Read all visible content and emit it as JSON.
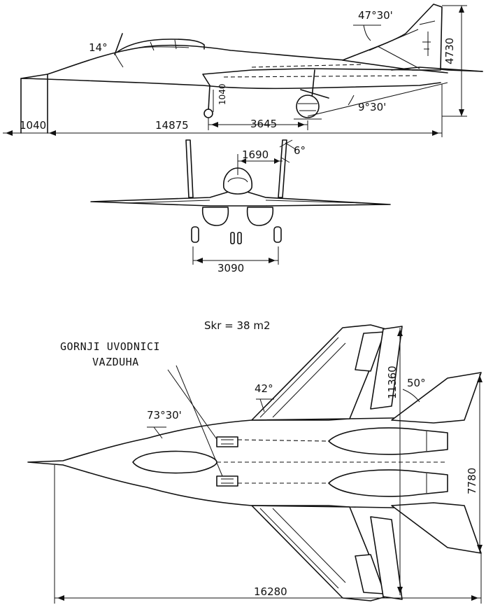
{
  "side_view": {
    "canopy_angle": "14°",
    "fin_sweep": "47°30'",
    "height": "4730",
    "gear_height": "1040",
    "tail_clearance_angle": "9°30'",
    "nose_overhang": "1040",
    "fuselage_length": "14875",
    "wheelbase": "3645"
  },
  "front_view": {
    "fin_spacing": "1690",
    "fin_cant": "6°",
    "track": "3090"
  },
  "plan_view": {
    "wing_area": "Skr = 38 m2",
    "intake_label_line1": "GORNJI UVODNICI",
    "intake_label_line2": "VAZDUHA",
    "lerx_sweep": "73°30'",
    "wing_sweep": "42°",
    "tail_sweep": "50°",
    "wingspan": "11360",
    "tailspan": "7780",
    "overall_length": "16280"
  }
}
